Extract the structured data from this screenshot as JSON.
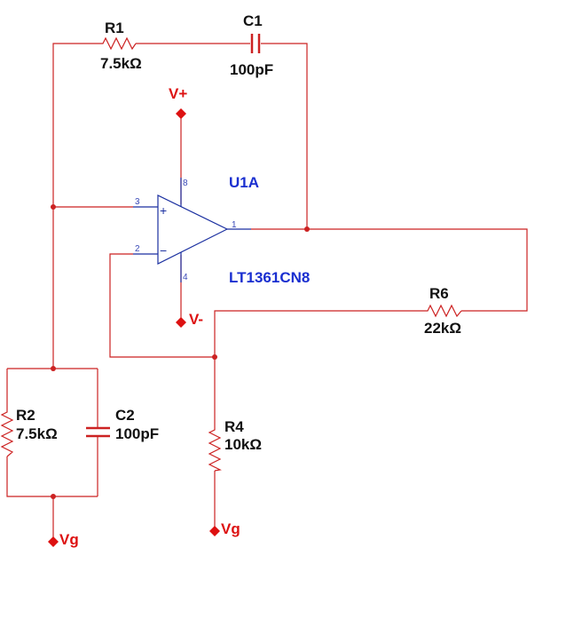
{
  "components": {
    "r1": {
      "ref": "R1",
      "value": "7.5kΩ"
    },
    "c1": {
      "ref": "C1",
      "value": "100pF"
    },
    "r2": {
      "ref": "R2",
      "value": "7.5kΩ"
    },
    "c2": {
      "ref": "C2",
      "value": "100pF"
    },
    "r4": {
      "ref": "R4",
      "value": "10kΩ"
    },
    "r6": {
      "ref": "R6",
      "value": "22kΩ"
    },
    "opamp": {
      "ref": "U1A",
      "part": "LT1361CN8"
    }
  },
  "rails": {
    "vpos": "V+",
    "vneg": "V-",
    "gnd_left": "Vg",
    "gnd_right": "Vg"
  },
  "pins": {
    "p1": "1",
    "p2": "2",
    "p3": "3",
    "p4": "4",
    "p8": "8",
    "plus": "+",
    "minus": "−"
  },
  "colors": {
    "wire": "#cc2222",
    "component": "#1a2fa0",
    "label_blue": "#1a2fd0",
    "rail_label": "#dd1111"
  }
}
